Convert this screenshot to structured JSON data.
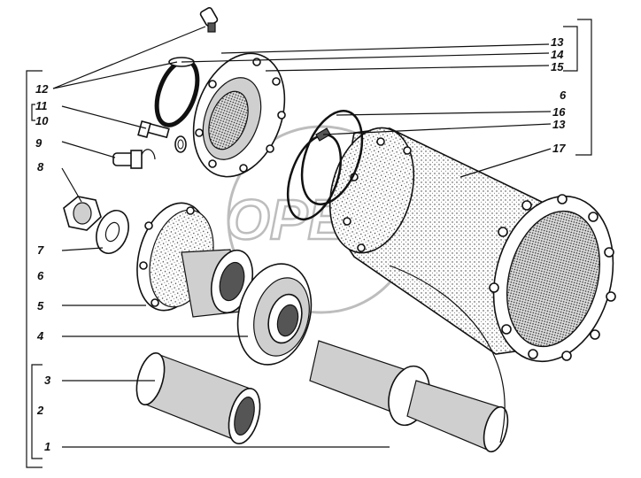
{
  "watermark": "OPEX",
  "labels": {
    "l1": "1",
    "l2": "2",
    "l3": "3",
    "l4": "4",
    "l5": "5",
    "l6_left": "6",
    "l6_right": "6",
    "l7": "7",
    "l8": "8",
    "l9": "9",
    "l10": "10",
    "l11": "11",
    "l12": "12",
    "l13_top": "13",
    "l14": "14",
    "l15": "15",
    "l16": "16",
    "l13_mid": "13",
    "l17": "17"
  }
}
